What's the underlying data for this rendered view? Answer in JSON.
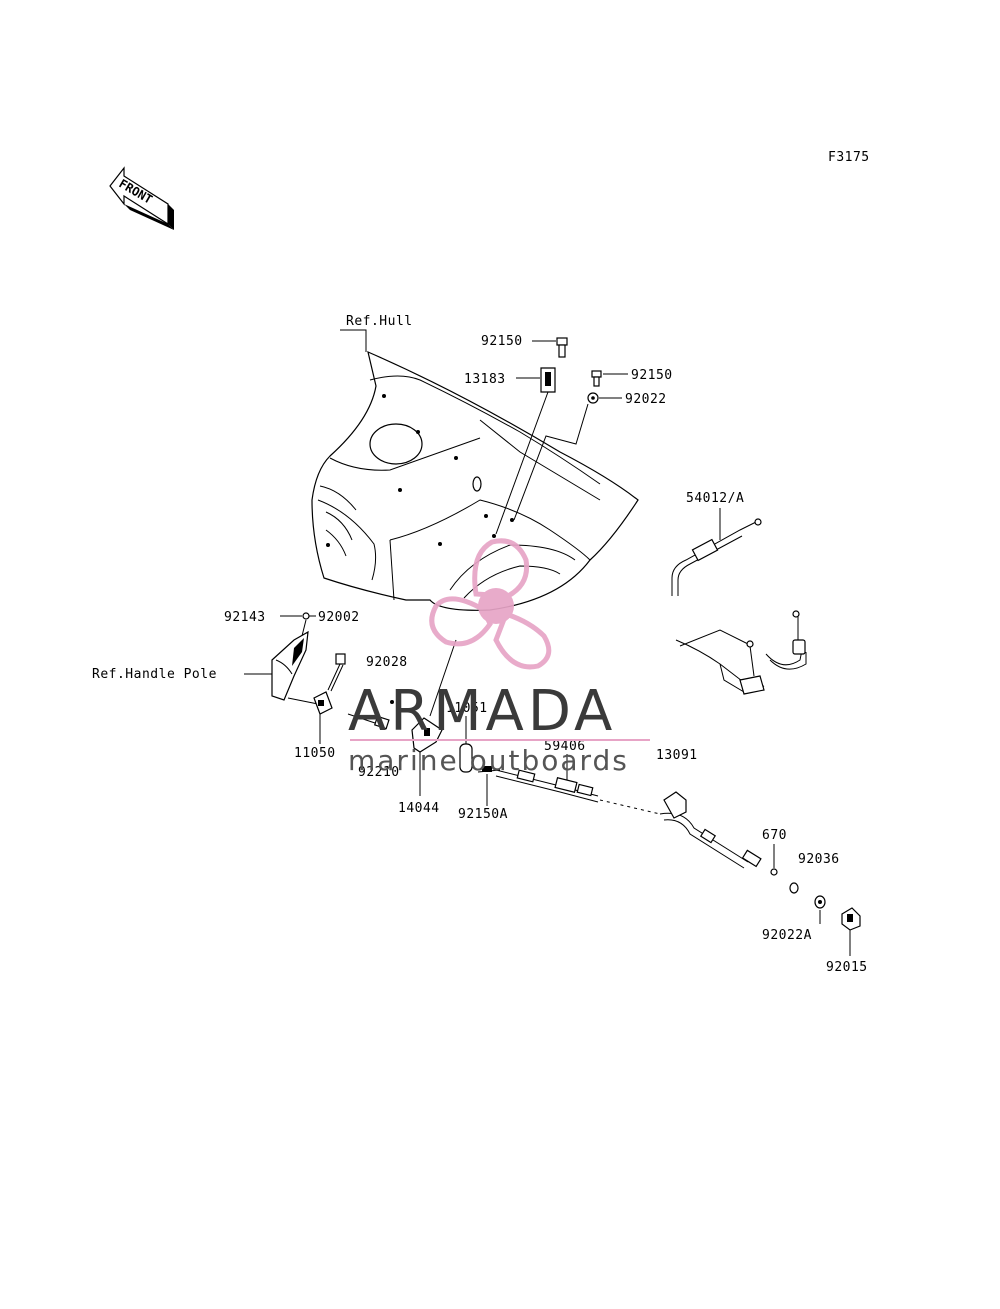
{
  "figure_code": "F3175",
  "front_label": "FRONT",
  "watermark": {
    "brand": "ARMADA",
    "tagline": "marine outboards",
    "pink": "#e7a4c6",
    "gray": "#3a3a3a"
  },
  "refs": {
    "hull": "Ref.Hull",
    "handle_pole": "Ref.Handle Pole"
  },
  "parts": {
    "p92150_top": "92150",
    "p13183": "13183",
    "p92150_right": "92150",
    "p92022": "92022",
    "p54012": "54012/A",
    "p92143": "92143",
    "p92002": "92002",
    "p92028": "92028",
    "p11051": "11051",
    "p11050": "11050",
    "p92210": "92210",
    "p14044": "14044",
    "p92150A": "92150A",
    "p59406": "59406",
    "p13091": "13091",
    "p670": "670",
    "p92036": "92036",
    "p92022A": "92022A",
    "p92015": "92015"
  }
}
